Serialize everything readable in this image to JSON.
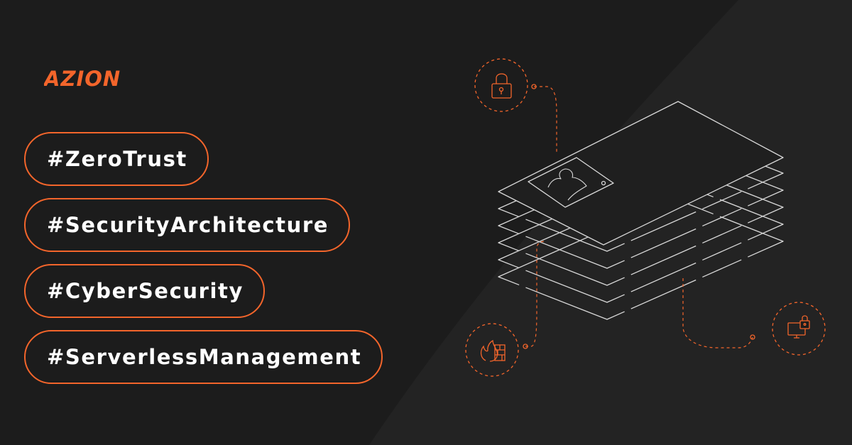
{
  "brand": {
    "logo_text": "AZION",
    "accent_color": "#f3652b"
  },
  "tags": [
    {
      "label": "#ZeroTrust"
    },
    {
      "label": "#SecurityArchitecture"
    },
    {
      "label": "#CyberSecurity"
    },
    {
      "label": "#ServerlessManagement"
    }
  ],
  "illustration": {
    "icons": [
      "lock-icon",
      "user-profile-icon",
      "firewall-icon",
      "secure-device-icon"
    ]
  },
  "colors": {
    "background": "#1c1c1c",
    "line": "#d8d8d8",
    "accent": "#f3652b"
  }
}
